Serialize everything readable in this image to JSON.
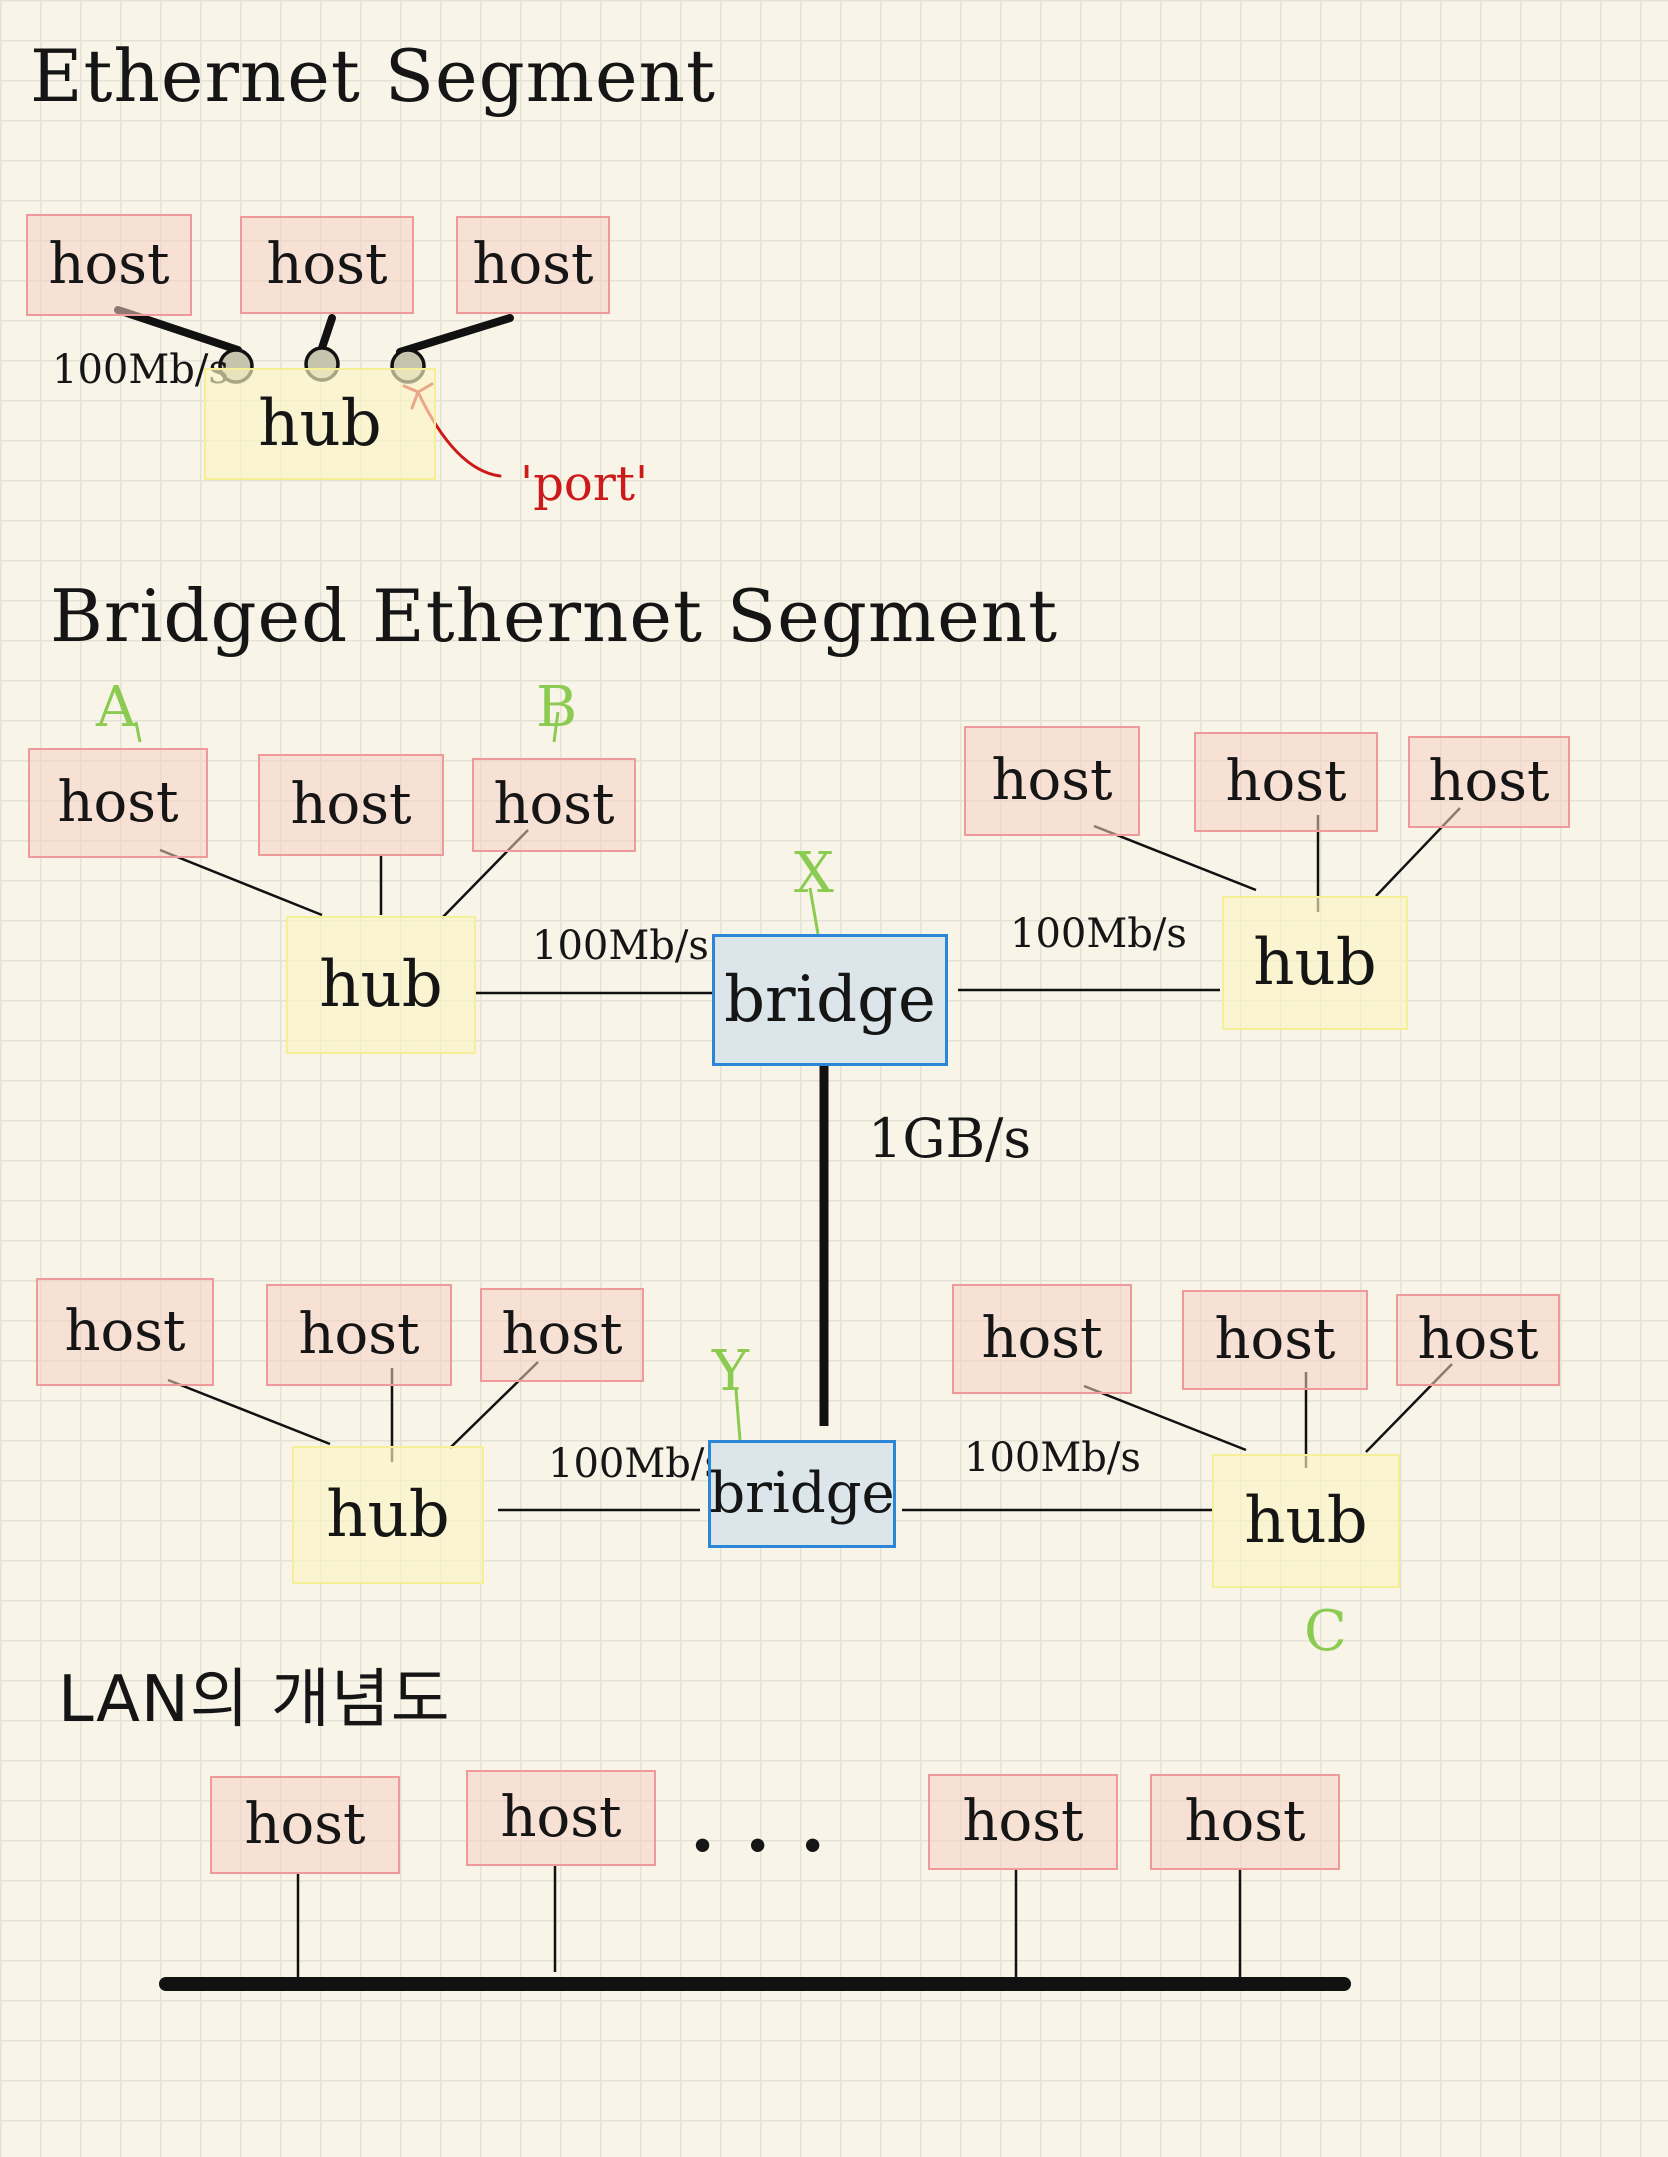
{
  "sections": {
    "ethernet_segment": "Ethernet Segment",
    "bridged_segment": "Bridged Ethernet Segment",
    "lan": "LAN의 개념도"
  },
  "host_label": "host",
  "hub_label": "hub",
  "bridge_label": "bridge",
  "speeds": {
    "host_link": "100Mb/s",
    "hub_bridge": "100Mb/s",
    "bridge_backbone": "1GB/s"
  },
  "annotations": {
    "port": "'port'",
    "host_a": "A",
    "host_b": "B",
    "bridge_x": "X",
    "bridge_y": "Y",
    "hub_c": "C",
    "ellipsis": "..."
  },
  "colors": {
    "host_fill": "#f6d6cc",
    "host_border": "#ee9a9a",
    "hub_fill": "#faf5c8",
    "hub_border": "#f6ef9a",
    "bridge_fill": "#dbe5ea",
    "bridge_border": "#2b86d6",
    "annotation_red": "#cc1a1a",
    "annotation_green": "#8ccb52",
    "grid_background": "#f8f5e8"
  }
}
